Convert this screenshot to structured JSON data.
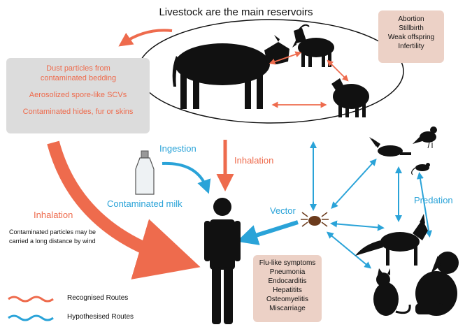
{
  "title": "Livestock are the main reservoirs",
  "reservoir_outcomes": [
    "Abortion",
    "Stillbirth",
    "Weak offspring",
    "Infertility"
  ],
  "environmental_sources": [
    "Dust particles from contaminated bedding",
    "Aerosolized spore-like SCVs",
    "Contaminated hides, fur or skins"
  ],
  "routes": {
    "ingestion": "Ingestion",
    "inhalation_direct": "Inhalation",
    "inhalation_wind": "Inhalation",
    "contaminated_milk": "Contaminated milk",
    "vector": "Vector",
    "predation": "Predation"
  },
  "wind_note": [
    "Contaminated particles may be",
    "carried a long distance by wind"
  ],
  "human_symptoms": [
    "Flu-like symptoms",
    "Pneumonia",
    "Endocarditis",
    "Hepatitits",
    "Osteomyelitis",
    "Miscarriage"
  ],
  "legend": {
    "recognised": "Recognised Routes",
    "hypothesised": "Hypothesised Routes"
  },
  "colors": {
    "recognised": "#ee6b4d",
    "hypothesised": "#2aa3d8",
    "symptom_box": "#ecd1c6",
    "source_box": "#dcdcdc"
  }
}
